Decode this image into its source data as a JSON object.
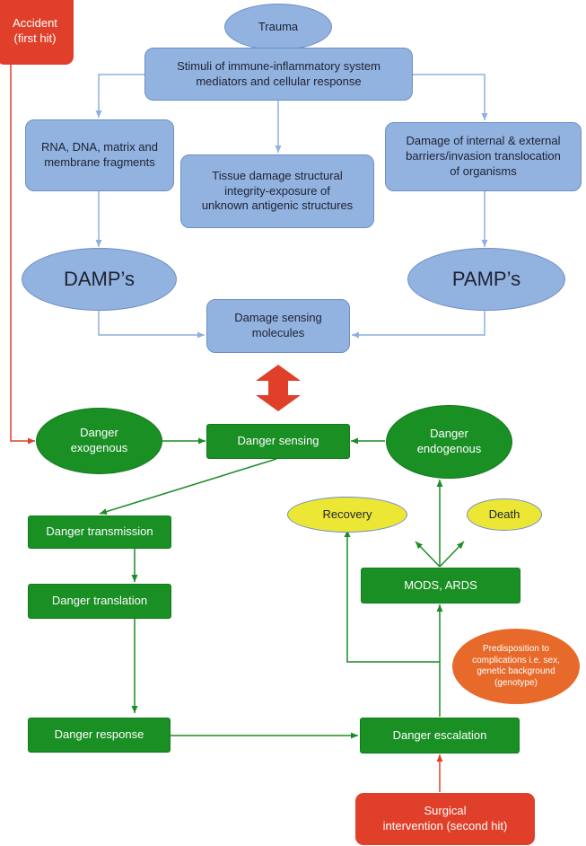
{
  "nodes": {
    "accident": "Accident\n(first hit)",
    "trauma": "Trauma",
    "stimuli": "Stimuli of immune-inflammatory system\nmediators and cellular response",
    "rna_dna": "RNA, DNA, matrix and\nmembrane fragments",
    "tissue_damage": "Tissue damage structural\nintegrity-exposure of\nunknown antigenic structures",
    "barrier_damage": "Damage of internal & external\nbarriers/invasion translocation\nof organisms",
    "damps": "DAMP’s",
    "pamps": "PAMP’s",
    "damage_sensing_molecules": "Damage sensing\nmolecules",
    "danger_exogenous": "Danger\nexogenous",
    "danger_sensing": "Danger sensing",
    "danger_endogenous": "Danger\nendogenous",
    "recovery": "Recovery",
    "death": "Death",
    "danger_transmission": "Danger transmission",
    "danger_translation": "Danger translation",
    "mods_ards": "MODS, ARDS",
    "predisposition": "Predisposition to\ncomplications i.e. sex,\ngenetic background\n(genotype)",
    "danger_response": "Danger response",
    "danger_escalation": "Danger escalation",
    "surgical_intervention": "Surgical\nintervention (second hit)"
  },
  "colors": {
    "blue_fill": "#92b2e0",
    "blue_line": "#8fb0de",
    "green_fill": "#1a8f24",
    "green_line": "#1c8c26",
    "red": "#e0402a",
    "yellow": "#ece735",
    "orange": "#e86a2b"
  }
}
